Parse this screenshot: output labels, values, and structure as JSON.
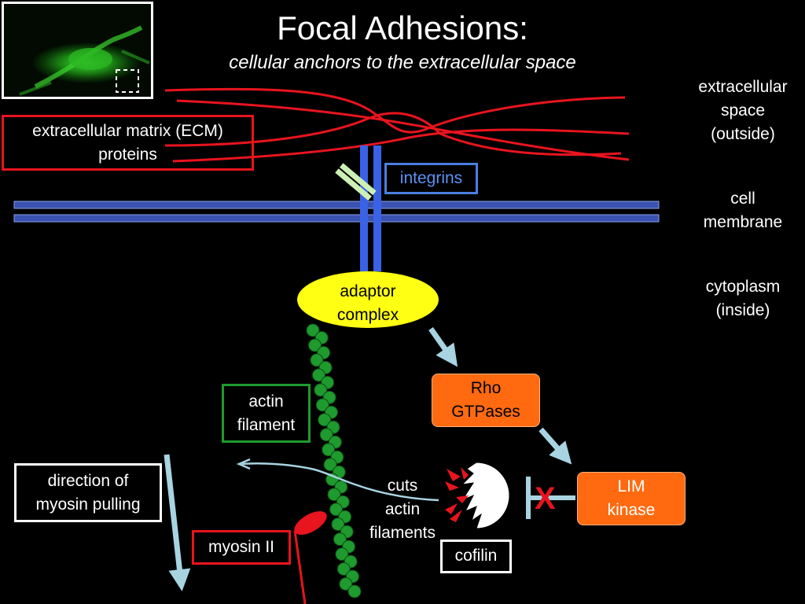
{
  "title": "Focal Adhesions:",
  "subtitle": "cellular anchors to the extracellular space",
  "regions": {
    "extracellular": [
      "extracellular",
      "space",
      "(outside)"
    ],
    "membrane": [
      "cell",
      "membrane"
    ],
    "cytoplasm": [
      "cytoplasm",
      "(inside)"
    ]
  },
  "labels": {
    "ecm": [
      "extracellular matrix (ECM)",
      "proteins"
    ],
    "integrins": "integrins",
    "adaptor": [
      "adaptor",
      "complex"
    ],
    "rho": [
      "Rho",
      "GTPases"
    ],
    "lim": [
      "LIM",
      "kinase"
    ],
    "actin": [
      "actin",
      "filament"
    ],
    "direction": [
      "direction of",
      "myosin pulling"
    ],
    "myosin": "myosin II",
    "cuts": [
      "cuts",
      "actin",
      "filaments"
    ],
    "cofilin": "cofilin",
    "x_mark": "X"
  },
  "colors": {
    "ecm_red": "#e8141e",
    "integrin_blue": "#3a62e6",
    "membrane_blue": "#3a52b0",
    "adaptor_yellow": "#ffff14",
    "actin_green": "#1f9a2e",
    "orange": "#ff6a10",
    "arrow_light_blue": "#a8d4e2"
  }
}
